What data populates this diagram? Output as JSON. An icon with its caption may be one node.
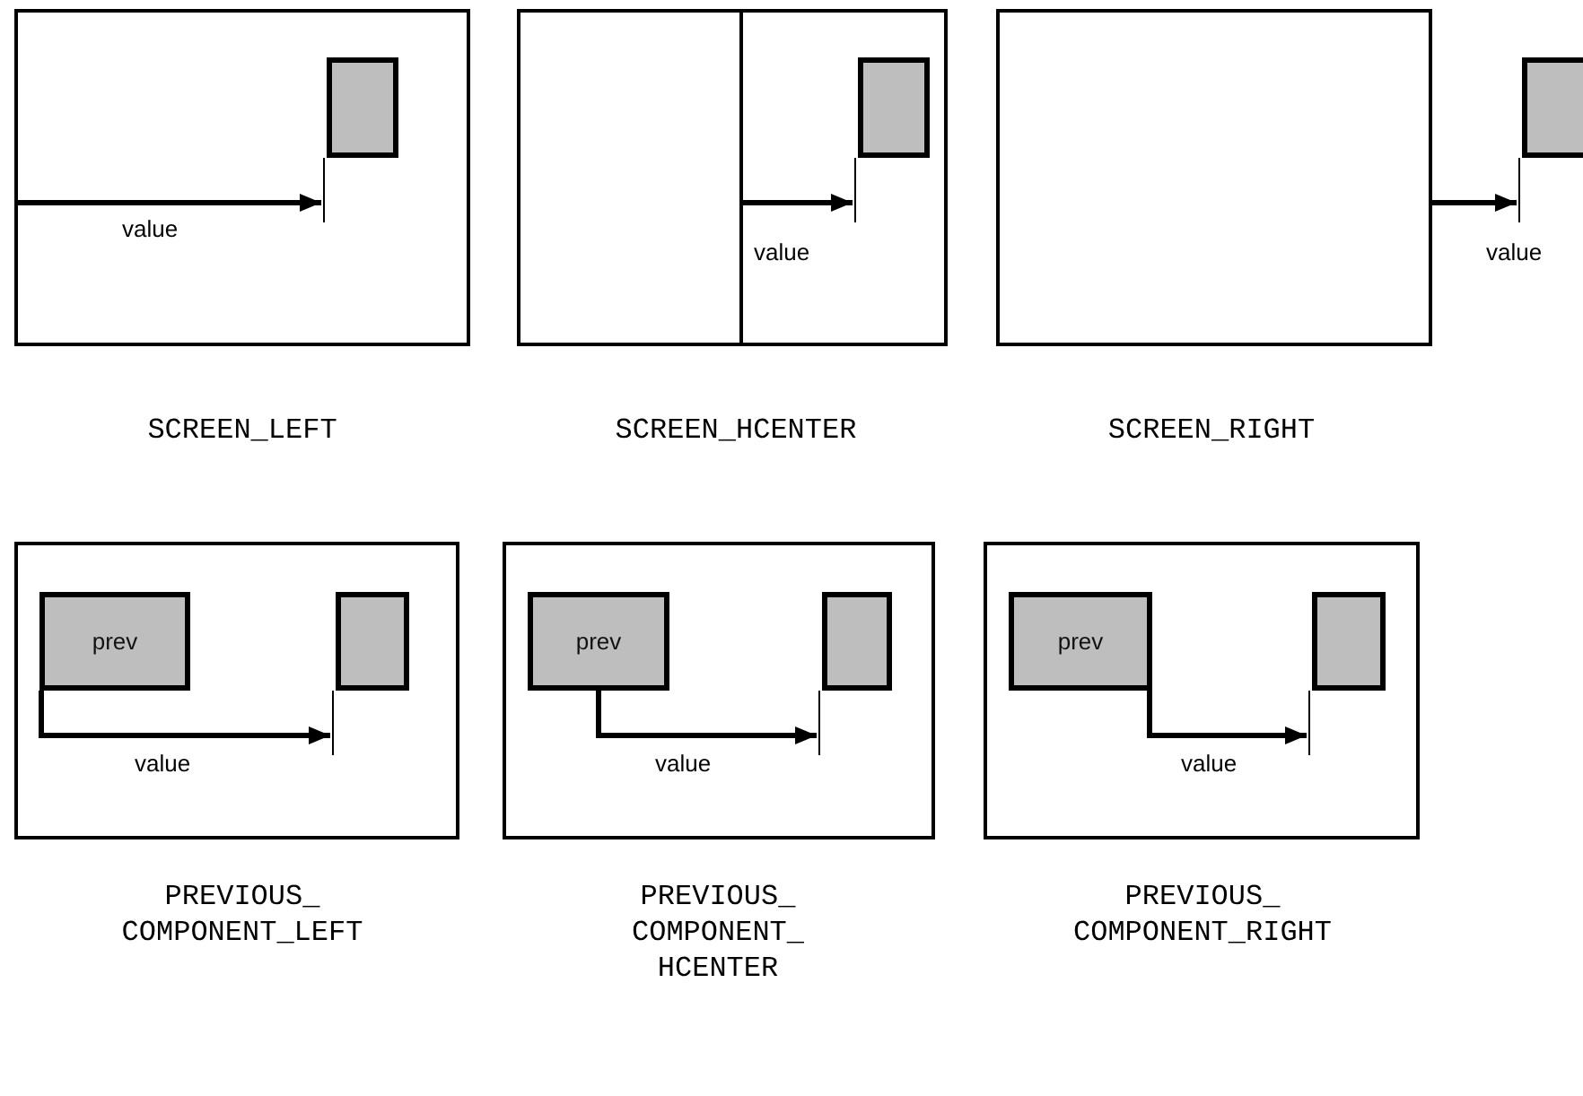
{
  "diagram": {
    "nodes": [
      {
        "text": [],
        "shape": "box",
        "beside": [
          "SCREEN_LEFT"
        ]
      },
      {
        "text": [],
        "shape": "box",
        "in": 0
      },
      {
        "text": [],
        "shape": "box",
        "beside": [
          "SCREEN_HCENTER"
        ]
      },
      {
        "text": [],
        "shape": "bar",
        "in": 2
      },
      {
        "text": [],
        "shape": "box",
        "in": 2
      },
      {
        "text": [],
        "shape": "box",
        "beside": [
          "SCREEN_RIGHT"
        ]
      },
      {
        "text": [],
        "shape": "box"
      },
      {
        "text": [],
        "shape": "box",
        "beside": [
          "PREVIOUS_ COMPONENT_LEFT"
        ]
      },
      {
        "text": [
          "prev"
        ],
        "in": 7
      },
      {
        "text": [],
        "shape": "box",
        "in": 7
      },
      {
        "text": [],
        "shape": "box",
        "beside": [
          "PREVIOUS_ COMPONENT_ HCENTER"
        ]
      },
      {
        "text": [
          "prev"
        ],
        "in": 10
      },
      {
        "text": [],
        "shape": "box",
        "in": 10
      },
      {
        "text": [],
        "shape": "box",
        "beside": [
          "PREVIOUS_ COMPONENT_RIGHT"
        ]
      },
      {
        "text": [
          "prev"
        ],
        "in": 13
      },
      {
        "text": [],
        "shape": "box",
        "in": 13
      }
    ],
    "edges": [
      {
        "from": 0,
        "to": 1,
        "arrow": "to",
        "label": "value"
      },
      {
        "from": 3,
        "to": 4,
        "arrow": "to",
        "label": "value"
      },
      {
        "from": 5,
        "to": 6,
        "arrow": "to",
        "label": "value"
      },
      {
        "from": 8,
        "to": 9,
        "arrow": "to",
        "label": "value"
      },
      {
        "from": 11,
        "to": 12,
        "arrow": "to",
        "label": "value"
      },
      {
        "from": 14,
        "to": 15,
        "arrow": "to",
        "label": "value"
      }
    ]
  }
}
